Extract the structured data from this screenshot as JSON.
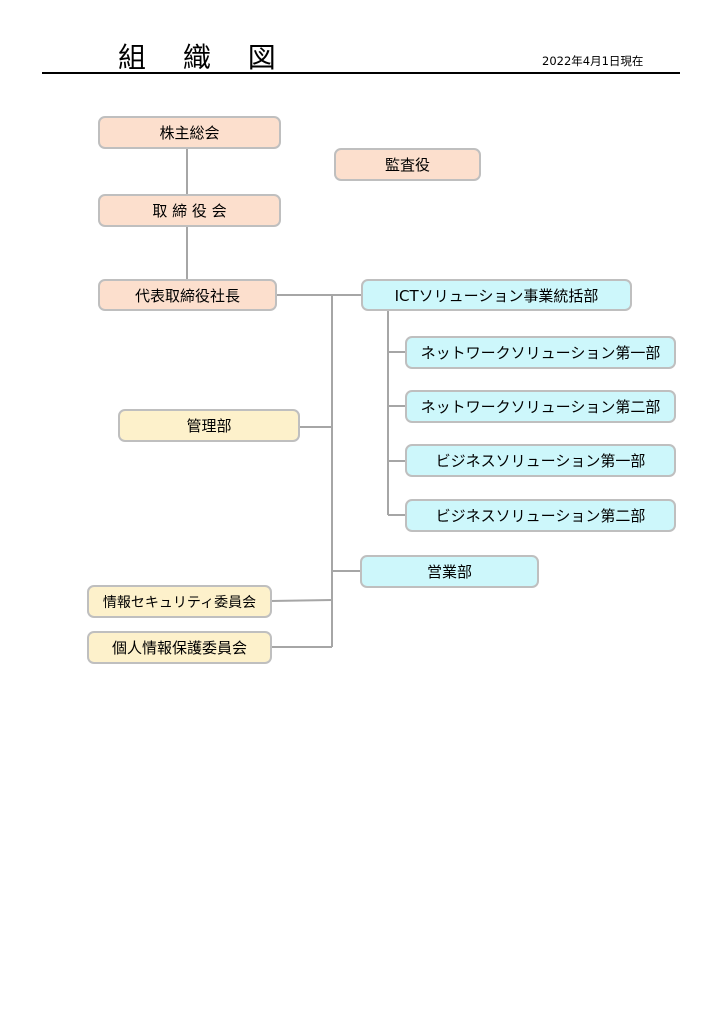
{
  "header": {
    "title": "組 織 図",
    "date": "2022年4月1日現在"
  },
  "nodes": {
    "shareholders": "株主総会",
    "auditor": "監査役",
    "board": "取 締 役 会",
    "president": "代表取締役社長",
    "admin": "管理部",
    "info_security_committee": "情報セキュリティ委員会",
    "privacy_committee": "個人情報保護委員会",
    "ict_division": "ICTソリューション事業統括部",
    "network1": "ネットワークソリューション第一部",
    "network2": "ネットワークソリューション第二部",
    "business1": "ビジネスソリューション第一部",
    "business2": "ビジネスソリューション第二部",
    "sales": "営業部"
  },
  "colors": {
    "executive": "#fcdfcd",
    "staff": "#fdf1cb",
    "operations": "#cdf7fb",
    "connector": "#a6a6a6",
    "border": "#bfbfbf"
  }
}
